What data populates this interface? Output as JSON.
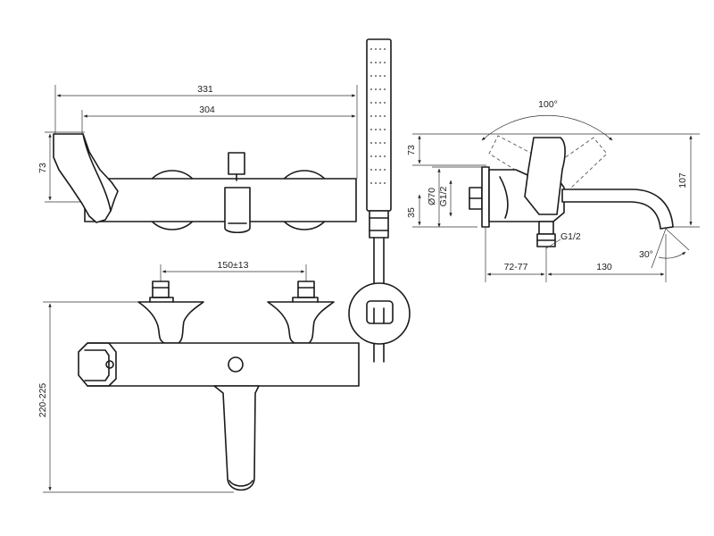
{
  "dimensions": {
    "top_width_total": "331",
    "top_width_body": "304",
    "top_height_handle": "73",
    "front_spacing": "150±13",
    "front_height_range": "220-225",
    "side_top_height": "73",
    "side_right_height": "107",
    "side_mid_height": "35",
    "side_diameter": "Ø70",
    "side_thread_upper": "G1/2",
    "side_thread_lower": "G1/2",
    "side_offset_range": "72-77",
    "side_spout_reach": "130",
    "side_handle_angle": "100°",
    "side_spout_angle": "30°"
  }
}
